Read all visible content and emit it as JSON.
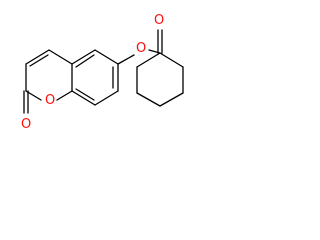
{
  "molecule": {
    "atoms": {
      "ring_o": "O",
      "carbonyl_o_lactone": "O",
      "ether_o": "O",
      "ketone_o": "O"
    },
    "colors": {
      "bond": "#000000",
      "oxygen": "#ff0d0d",
      "background": "#ffffff"
    }
  }
}
